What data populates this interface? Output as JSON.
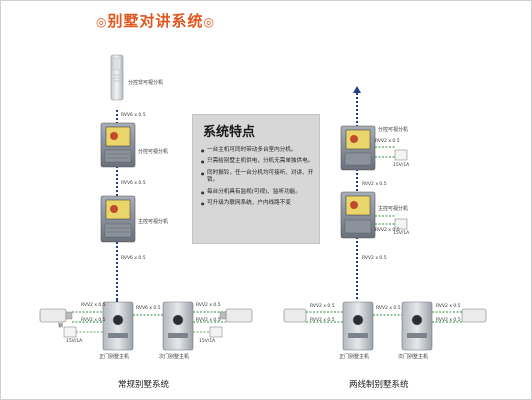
{
  "title": {
    "symbol_left": "◎",
    "text": "别墅对讲系统",
    "symbol_right": "◎"
  },
  "features": {
    "heading": "系统特点",
    "items": [
      "一台主机可同时带动多台室内分机。",
      "只需给别墅主机供电，分机无需单独供电。",
      "同时振铃，任一台分机均可接听、对讲、开锁。",
      "每台分机具有监视(可视)、监听功能。",
      "可升级为联网系统，户内线路不变"
    ]
  },
  "left": {
    "caption": "常规别墅系统",
    "unit_top": "分控非可视分机",
    "unit_mid": "分控可视分机",
    "unit_low": "主控可视分机",
    "wire_top": "RVV6 x 0.5",
    "wire_mid": "RVV6 x 0.5",
    "wire_low": "RVV6 x 0.5",
    "wire_door_l": "RVV2 x 0.5",
    "wire_door_l2": "RVV2 x 0.5",
    "wire_mid_d": "RVV6 x 0.5",
    "wire_door_r": "RVV2 x 0.5",
    "wire_door_r2": "RVV2 x 0.5",
    "lock_label": "锁",
    "psu_l": "15V/1A",
    "psu_r": "15V/1A",
    "door1": "正门别墅主机",
    "door2": "次门别墅主机"
  },
  "right": {
    "caption": "两线制别墅系统",
    "unit_top": "分控可视分机",
    "unit_low": "主控可视分机",
    "wire_top": "RVV2 x 0.5",
    "wire_top2": "RVV2 x 0.5",
    "wire_mid": "RVV2 x 0.5",
    "wire_low": "RVV2 x 0.5",
    "wire_low2": "RVV2 x 0.5",
    "psu_top": "15V/1A",
    "psu_low": "15V/1A",
    "wire_door_l": "RVV2 x 0.5",
    "wire_door_l2": "RVV2 x 0.5",
    "wire_door_r": "RVV2 x 0.5",
    "wire_door_r2": "RVV2 x 0.5",
    "wire_door_m": "RVV2 x 0.5",
    "door1": "正门别墅主机",
    "door2": "次门别墅主机"
  },
  "colors": {
    "title": "#e0561f",
    "bus": "#1f3f8a",
    "branch": "#2e8b3a",
    "panel": "#d7d7d7"
  }
}
